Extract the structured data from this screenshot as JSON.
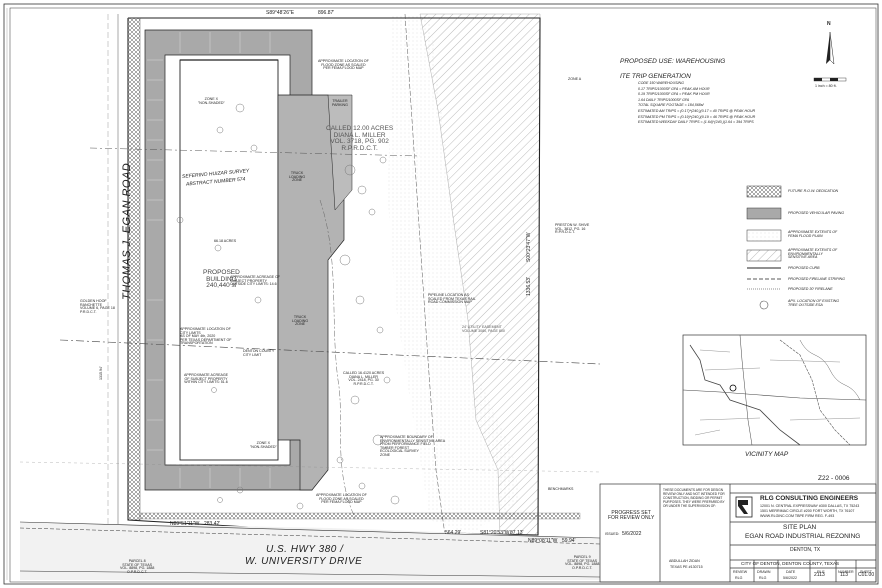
{
  "plan": {
    "top_bearing": "S89°48'26\"E",
    "top_distance": "896.87'",
    "right_bearing": "S00°23'47\"W",
    "right_distance": "1336.53'",
    "bottom_bearing_left": "N89°51'11\"W",
    "bottom_distance_left": "283.42'",
    "bottom_distance_mid": "564.29'",
    "bottom_bearing_right": "S81°20'53\"W",
    "bottom_distance_right": "87.13'",
    "bottom_bearing_far": "N89°08'11\"W",
    "bottom_distance_far": "59.94'",
    "road_west": "THOMAS J. EGAN ROAD",
    "road_south_line1": "U.S. HWY 380 /",
    "road_south_line2": "W. UNIVERSITY DRIVE",
    "called_acres": "CALLED 12.00 ACRES\nDIANA L. MILLER\nVOL. 3718, PG. 902\nR.P.R.D.C.T.",
    "survey_line1": "SEFERINO HUIZAR SURVEY",
    "survey_line2": "ABSTRACT NUMBER 574",
    "proposed_building": "PROPOSED\nBUILDING\n240,440 sf",
    "west_row_distance": "1315.94'",
    "west_row_label": "1315.94'",
    "zone_x": "ZONE X\n\"NON-SHADED\"",
    "acres_label": "66.18 ACRES",
    "denton_city_limit": "DENTON COUNTY\nCITY LIMIT",
    "acreage_outside": "APPROXIMATE ACREAGE OF\nSUBJECT PROPERTY\nOUTSIDE CITY LIMITS: 14.6",
    "acreage_within": "APPROXIMATE ACREAGE\nOF SUBJECT PROPERTY\nWITHIN CITY LIMITS: 51.6",
    "approx_location": "APPROXIMATE LOCATION OF\nCITY LIMITS\nAS OF MAY 4th, 2020\nPER TEXAS DEPARTMENT OF\nTRANSPORTATION",
    "truck_loading": "TRUCK\nLOADING\nZONE",
    "trailer_parking": "TRAILER\nPARKING",
    "called_right": "CALLED 16.4120 ACRES\nDIANA L. MILLER\nVOL. 2418, PG. 30\nR.P.R.D.C.T.",
    "pipeline_note": "PIPELINE LOCATION AS\nSCALED FROM TEXAS RAIL\nROAD COMMISSION MAP",
    "proposed_firelane": "24' UTILITY EASEMENT\nVOLUME 3080, PAGE 800",
    "env_note": "APPROXIMATE BOUNDARY OF\nENVIRONMENTALLY SENSITIVE AREA\nFROM PERFORMANCE FIELD\nTIMBER FOREST\nECOLOGICAL SURVEY\nZONE",
    "flood_note": "APPROXIMATE LOCATION OF\nFLOOD ZONE AS SCALED\nPER FEMA FLOOD MAP",
    "golden_hoof": "GOLDEN HOOF\nRANCHETTE\nVOLUME 6, PAGE 18\nP.R.D.C.T.",
    "state_texas_left": "PARCEL 8\nSTATE OF TEXAS\nVOL. 8898, PG. 1888\nO.P.R.D.C.T.",
    "state_texas_right": "PARCEL 9\nSTATE OF TEXAS\nVOL. 8898, PG. 1888\nO.P.R.D.C.T.",
    "zone_a_right": "ZONE A",
    "preston_note": "PRESTON W. SHIVE\nVOL. 3812, PG. 16\nR.P.R.D.C.T.",
    "benchmark": "BENCHMARKS"
  },
  "notes": {
    "use": "PROPOSED USE: WAREHOUSING",
    "ite_title": "ITE TRIP GENERATION",
    "lines": [
      "CODE 150 WAREHOUSING",
      "0.17 TRIPS/1000SF GFA = PEAK AM HOUR",
      "0.19 TRIPS/1000SF GFA = PEAK PM HOUR",
      "1.64 DAILY TRIPS/1000SF GFA",
      "TOTAL SQUARE FOOTAGE = 184,568sf",
      "ESTIMATED AM TRIPS = (0.17)*(240,)(0.17 = 40 TRIPS @ PEAK HOUR",
      "ESTIMATED PM TRIPS = (0.19)*(240,)(0.19 = 46 TRIPS @ PEAK HOUR",
      "ESTIMATED WEEKDAY DAILY TRIPS = (1.64)*(240,)(1.64 = 394 TRIPS"
    ]
  },
  "north": {
    "label": "N",
    "scale_label": "1 inch = 80 ft."
  },
  "legend": [
    {
      "label": "FUTURE R.O.W. DEDICATION",
      "swatch": "hatch-cross"
    },
    {
      "label": "PROPOSED VEHICULAR PAVING",
      "swatch": "gray"
    },
    {
      "label": "APPROXIMATE EXTENTS OF\nFEMA FLOOD PLAIN",
      "swatch": "light-dots"
    },
    {
      "label": "APPROXIMATE EXTENTS OF\nENVIRONMENTALLY\nSENSITIVE AREA",
      "swatch": "hatch-diag"
    },
    {
      "label": "PROPOSED CURB",
      "swatch": "line"
    },
    {
      "label": "PROPOSED FIRELANE STRIPING",
      "swatch": "dash"
    },
    {
      "label": "PROPOSED 30' FIRELANE",
      "swatch": "dash2"
    },
    {
      "label": "APX. LOCATION OF EXISTING\nTREE OUTSIDE ESA",
      "swatch": "circle"
    }
  ],
  "vicinity": {
    "title": "VICINITY MAP"
  },
  "title_block": {
    "progress": "PROGRESS SET\nFOR REVIEW ONLY",
    "issued_label": "ISSUED:",
    "issued_date": "5/6/2022",
    "disclaimer": "THESE DOCUMENTS ARE FOR DESIGN REVIEW ONLY AND NOT INTENDED FOR CONSTRUCTION, BIDDING OR PERMIT PURPOSES. THEY WERE PREPARED BY OR UNDER THE SUPERVISION OF:",
    "engineer_name": "ABDULLAH ZIDAN",
    "engineer_reg": "TEXAS PE #130715",
    "drawing_no": "Z22 - 0006",
    "firm": "RLG CONSULTING ENGINEERS",
    "firm_addr1": "12001 N. CENTRAL EXPRESSWAY #300   DALLAS, TX 75243",
    "firm_addr2": "1501 MERRIMAC CIRCLE #200   FORT WORTH, TX 76107",
    "firm_web": "WWW.RLGINC.COM      TBPE FIRM REG. F-493",
    "sheet_title": "SITE PLAN",
    "project": "EGAN ROAD INDUSTRIAL REZONING",
    "location": "DENTON, TX",
    "jurisdiction": "CITY OF DENTON, DENTON COUNTY, TEXAS",
    "headers": [
      "REVIEW",
      "DRAWN",
      "DATE",
      "FILE",
      "NUMBER",
      "SHEET"
    ],
    "values": [
      "RLG",
      "RLG",
      "5/6/2022",
      "2113",
      "113",
      "C01.00"
    ]
  }
}
